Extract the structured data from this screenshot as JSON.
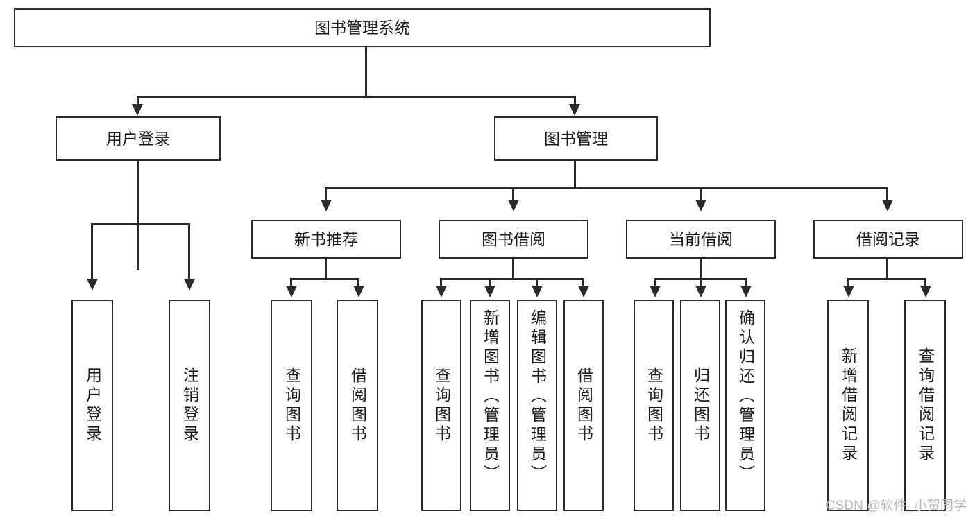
{
  "diagram": {
    "type": "tree-hierarchy-chart",
    "title": "图书管理系统",
    "root": {
      "label": "图书管理系统"
    },
    "level2": [
      {
        "label": "用户登录"
      },
      {
        "label": "图书管理"
      }
    ],
    "level3": [
      {
        "label": "新书推荐"
      },
      {
        "label": "图书借阅"
      },
      {
        "label": "当前借阅"
      },
      {
        "label": "借阅记录"
      }
    ],
    "leaves": {
      "user_login": [
        {
          "label": "用户登录"
        },
        {
          "label": "注销登录"
        }
      ],
      "new_book_recommend": [
        {
          "label": "查询图书"
        },
        {
          "label": "借阅图书"
        }
      ],
      "book_borrow": [
        {
          "label": "查询图书"
        },
        {
          "label": "新增图书（管理员）"
        },
        {
          "label": "编辑图书（管理员）"
        },
        {
          "label": "借阅图书"
        }
      ],
      "current_borrow": [
        {
          "label": "查询图书"
        },
        {
          "label": "归还图书"
        },
        {
          "label": "确认归还（管理员）"
        }
      ],
      "borrow_record": [
        {
          "label": "新增借阅记录"
        },
        {
          "label": "查询借阅记录"
        }
      ]
    }
  },
  "watermark": {
    "text": "CSDN @软件_小贺同学"
  },
  "colors": {
    "stroke": "#2a2a2a",
    "background": "#ffffff",
    "text": "#1b1b1b",
    "watermark": "#b9b9b9"
  }
}
